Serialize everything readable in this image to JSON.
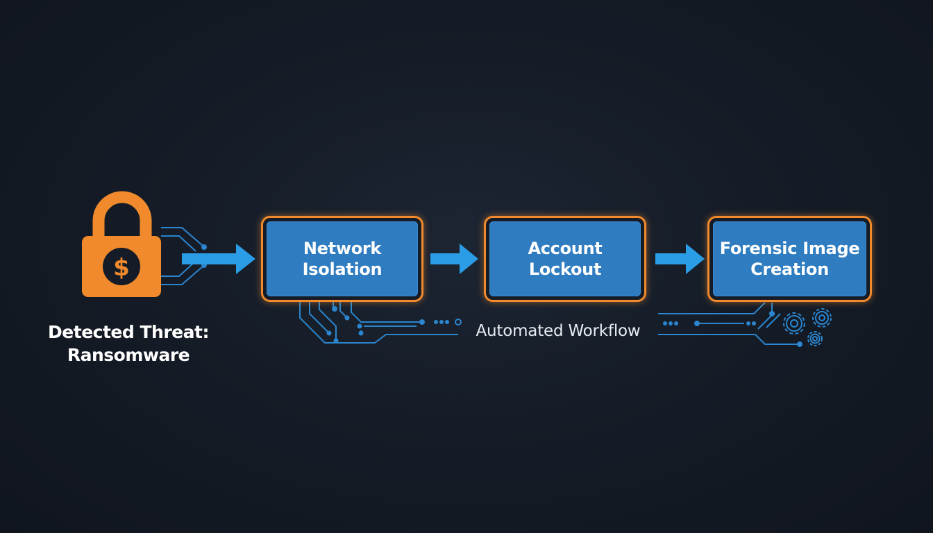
{
  "threat": {
    "line1": "Detected Threat:",
    "line2": "Ransomware",
    "icon": "padlock-dollar-icon",
    "color": "#f08a2c"
  },
  "steps": [
    {
      "line1": "Network",
      "line2": "Isolation"
    },
    {
      "line1": "Account",
      "line2": "Lockout"
    },
    {
      "line1": "Forensic Image",
      "line2": "Creation"
    }
  ],
  "workflow_label": "Automated Workflow",
  "colors": {
    "accent_orange": "#f08a2c",
    "box_blue": "#2f7cc0",
    "arrow_blue": "#2a9de6",
    "circuit_blue": "#2b86cf",
    "background": "#151c27"
  },
  "icons": [
    "padlock-dollar-icon",
    "arrow-right-icon",
    "gear-icon"
  ]
}
